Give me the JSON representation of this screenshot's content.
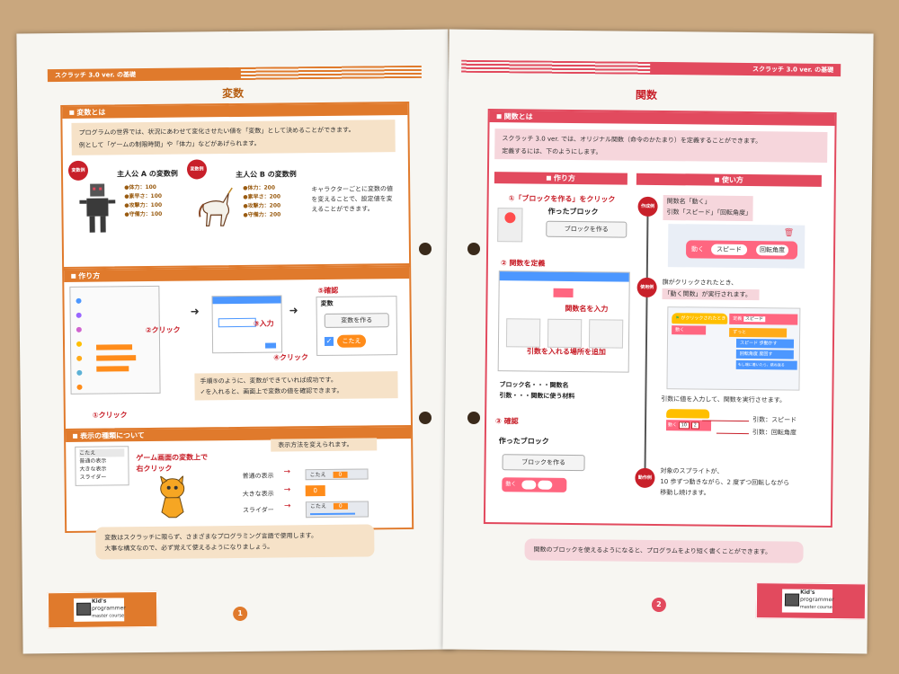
{
  "colors": {
    "orange": "#e07a2c",
    "red": "#e24a5e",
    "cream": "#f6e2c8",
    "pink": "#f6d6dc"
  },
  "left": {
    "header": "スクラッチ 3.0 ver. の基礎",
    "title": "変数",
    "sec1": {
      "heading": "変数とは",
      "intro1": "プログラムの世界では、状況にあわせて変化させたい値を「変数」として決めることができます。",
      "intro2": "例として「ゲームの制限時間」や「体力」などがあげられます。",
      "badge": "変数例",
      "charA": {
        "title": "主人公 A の変数例",
        "stats": [
          "●体力：100",
          "●素早さ：100",
          "●攻撃力：100",
          "●守備力：100"
        ]
      },
      "charB": {
        "title": "主人公 B の変数例",
        "stats": [
          "●体力：200",
          "●素早さ：200",
          "●攻撃力：200",
          "●守備力：200"
        ]
      },
      "desc": "キャラクターごとに変数の値を変えることで、設定値を変えることができます。"
    },
    "sec2": {
      "heading": "作り方",
      "step2": "②クリック",
      "step3": "③入力",
      "step4": "④クリック",
      "step5": "⑤確認",
      "step1": "①クリック",
      "var_label": "変数",
      "make_var": "変数を作る",
      "kotae": "こたえ",
      "note1": "手順⑤のように、変数ができていれば成功です。",
      "note2": "✓を入れると、画面上で変数の値を確認できます。"
    },
    "sec3": {
      "heading": "表示の種類について",
      "menu": [
        "こたえ",
        "普通の表示",
        "大きな表示",
        "スライダー"
      ],
      "instruction1": "ゲーム画面の変数上で",
      "instruction2": "右クリック",
      "change": "表示方法を変えられます。",
      "rows": [
        "普通の表示",
        "大きな表示",
        "スライダー"
      ],
      "kotae": "こたえ",
      "value": "0"
    },
    "footer_note1": "変数はスクラッチに限らず、さまざまなプログラミング言語で使用します。",
    "footer_note2": "大事な構文なので、必ず覚えて使えるようになりましょう。",
    "page": "1"
  },
  "right": {
    "header": "スクラッチ 3.0 ver. の基礎",
    "title": "関数",
    "sec1": {
      "heading": "関数とは",
      "intro1": "スクラッチ 3.0 ver. では、オリジナル関数（命令のかたまり）を定義することができます。",
      "intro2": "定義するには、下のようにします。"
    },
    "make": {
      "heading": "作り方",
      "step1": "①「ブロックを作る」をクリック",
      "made": "作ったブロック",
      "make_block": "ブロックを作る",
      "step2": "② 関数を定義",
      "fn_name": "関数名を入力",
      "args": "引数を入れる場所を追加",
      "legend1": "ブロック名・・・関数名",
      "legend2": "引数・・・関数に使う材料",
      "step3": "③ 確認",
      "made2": "作ったブロック",
      "make_block2": "ブロックを作る",
      "block_mini": "動く"
    },
    "use": {
      "heading": "使い方",
      "badge1": "作成例",
      "fn_line1": "関数名「動く」",
      "fn_line2": "引数「スピード」「回転角度」",
      "blk_move": "動く",
      "blk_speed": "スピード",
      "blk_angle": "回転角度",
      "badge2": "使用例",
      "flag_line1": "旗がクリックされたとき、",
      "flag_line2": "「動く関数」が実行されます。",
      "hat": "がクリックされたとき",
      "def": "定義",
      "forever": "ずっと",
      "motion1": "スピード 歩動かす",
      "motion2": "回転角度 度回す",
      "edge": "もし端に着いたら、跳ね返る",
      "run_line": "引数に値を入力して、関数を実行させます。",
      "move2": "動く",
      "v1": "10",
      "v2": "2",
      "arg1": "引数：スピード",
      "arg2": "引数：回転角度",
      "badge3": "動作例",
      "result1": "対象のスプライトが、",
      "result2": "10 歩ずつ動きながら、2 度ずつ回転しながら",
      "result3": "移動し続けます。"
    },
    "footer_note": "関数のブロックを使えるようになると、プログラムをより短く書くことができます。",
    "page": "2"
  },
  "logo": {
    "line1": "Kid's",
    "line2": "programmer",
    "line3": "master course"
  }
}
